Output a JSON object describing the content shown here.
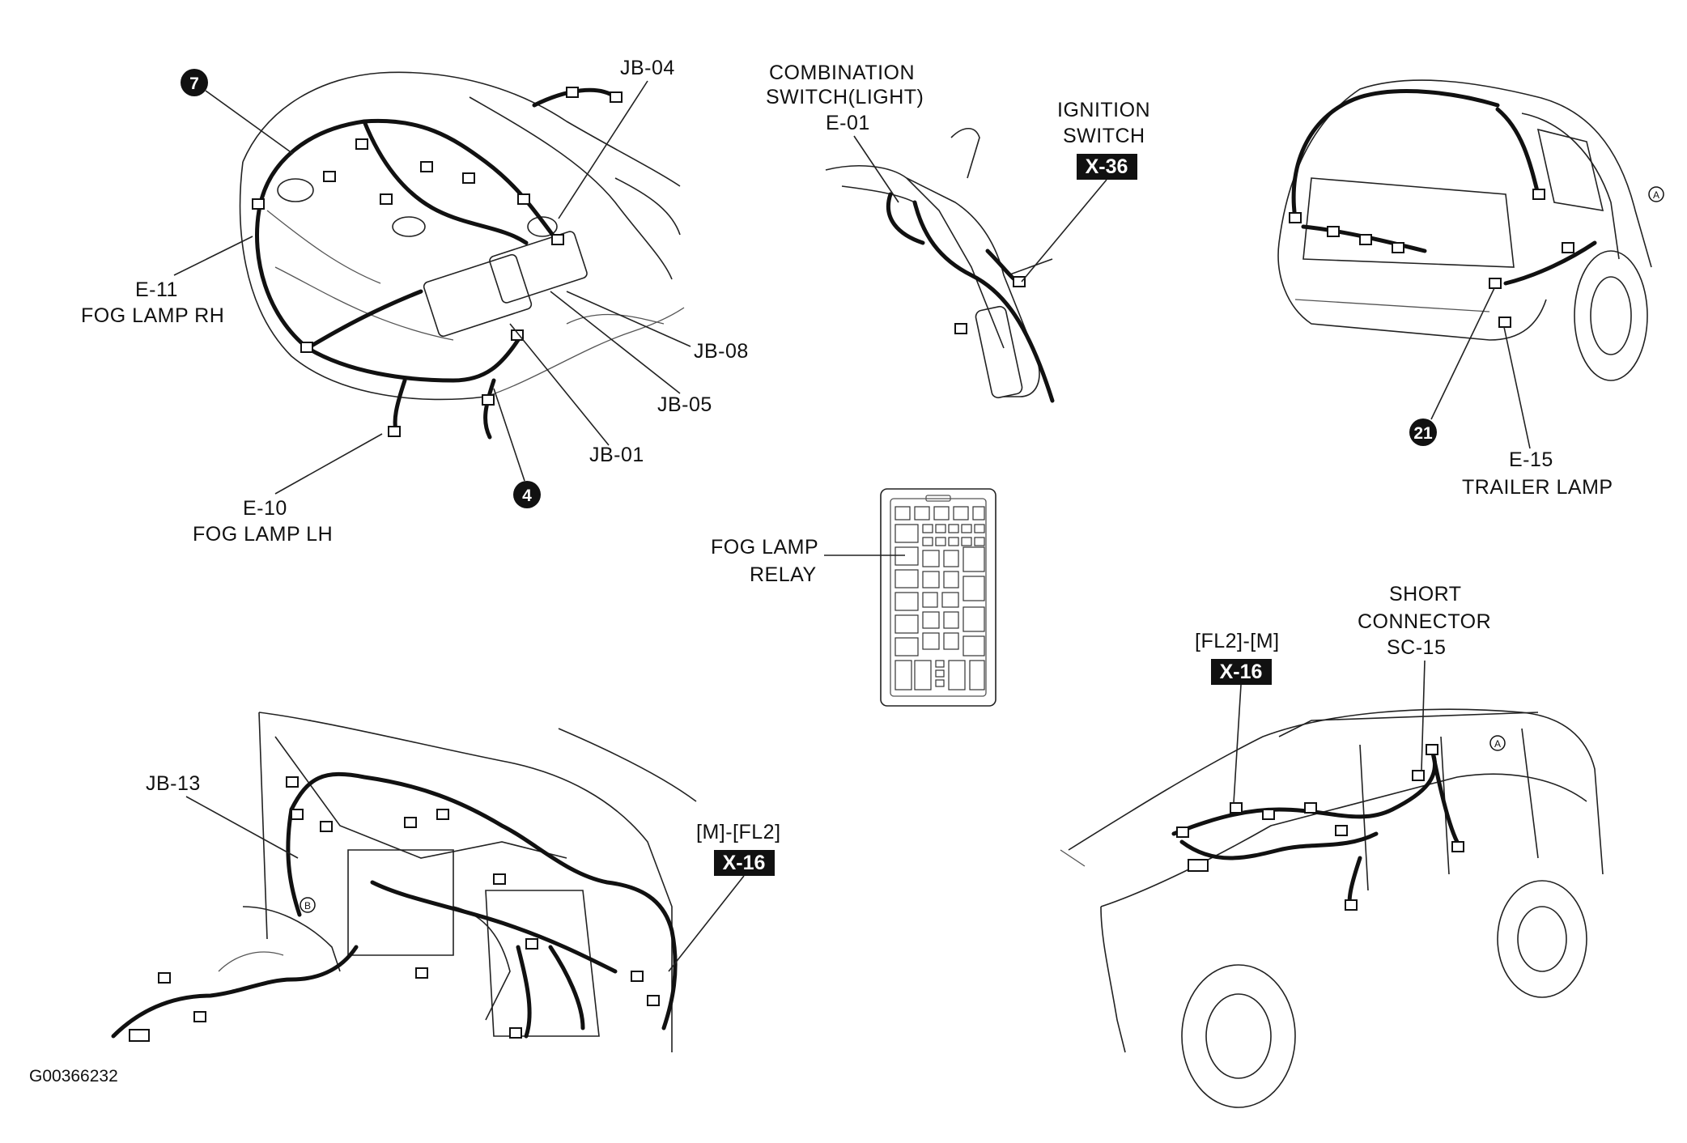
{
  "diagram_id": "G00366232",
  "engine_bay": {
    "callout_7": "7",
    "callout_4": "4",
    "jb04": "JB-04",
    "jb08": "JB-08",
    "jb05": "JB-05",
    "jb01": "JB-01",
    "e11_code": "E-11",
    "e11_name": "FOG LAMP RH",
    "e10_code": "E-10",
    "e10_name": "FOG LAMP LH"
  },
  "steering_column": {
    "combination_line1": "COMBINATION",
    "combination_line2": "SWITCH(LIGHT)",
    "combination_code": "E-01",
    "ignition_line1": "IGNITION",
    "ignition_line2": "SWITCH",
    "ignition_tag": "X-36"
  },
  "rear_view": {
    "callout_21": "21",
    "marker_a": "A",
    "e15_code": "E-15",
    "e15_name": "TRAILER LAMP"
  },
  "fuse_box": {
    "relay_line1": "FOG LAMP",
    "relay_line2": "RELAY"
  },
  "dashboard": {
    "jb13": "JB-13",
    "marker_b": "B",
    "m_fl2": "[M]-[FL2]",
    "tag": "X-16"
  },
  "side_view": {
    "fl2_m": "[FL2]-[M]",
    "tag": "X-16",
    "short_line1": "SHORT",
    "short_line2": "CONNECTOR",
    "short_code": "SC-15",
    "marker_a": "A"
  }
}
